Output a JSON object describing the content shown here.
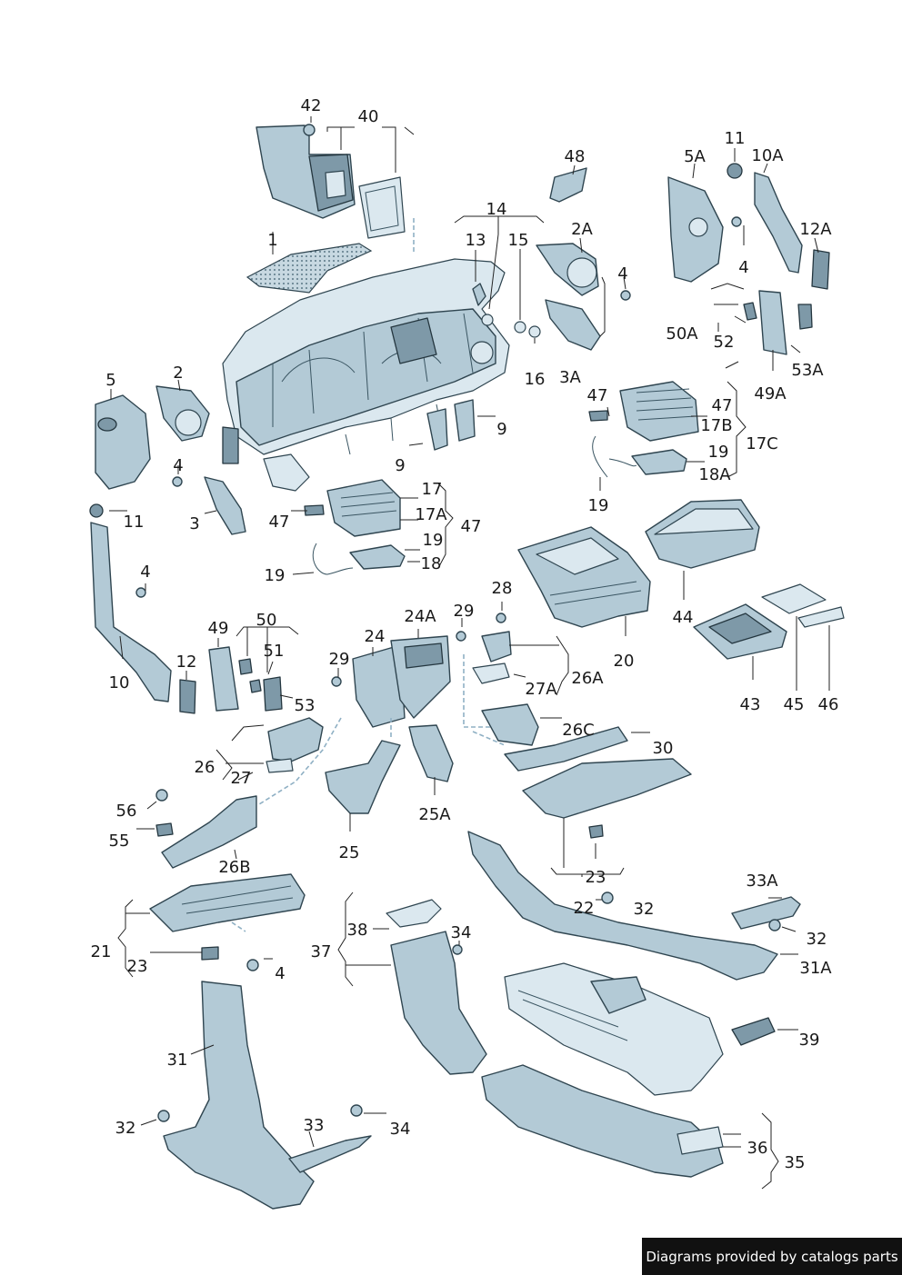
{
  "diagram": {
    "labels": [
      "42",
      "40",
      "1",
      "13",
      "14",
      "15",
      "2A",
      "48",
      "11",
      "5A",
      "10A",
      "12A",
      "4",
      "4",
      "16",
      "3A",
      "50A",
      "52",
      "53A",
      "49A",
      "5",
      "2",
      "4",
      "3",
      "11",
      "9",
      "9",
      "47",
      "47",
      "17B",
      "17C",
      "19",
      "18A",
      "19",
      "19",
      "17",
      "17A",
      "47",
      "47",
      "19",
      "18",
      "4",
      "49",
      "50",
      "51",
      "12",
      "53",
      "10",
      "26",
      "27",
      "24",
      "24A",
      "29",
      "29",
      "28",
      "26A",
      "27A",
      "20",
      "44",
      "43",
      "45",
      "46",
      "26C",
      "30",
      "56",
      "55",
      "26B",
      "25",
      "25A",
      "23",
      "22",
      "32",
      "33A",
      "32",
      "31A",
      "21",
      "23",
      "4",
      "38",
      "37",
      "34",
      "39",
      "31",
      "32",
      "33",
      "34",
      "36",
      "35"
    ]
  },
  "footer": {
    "credit": "Diagrams provided by catalogs parts"
  }
}
